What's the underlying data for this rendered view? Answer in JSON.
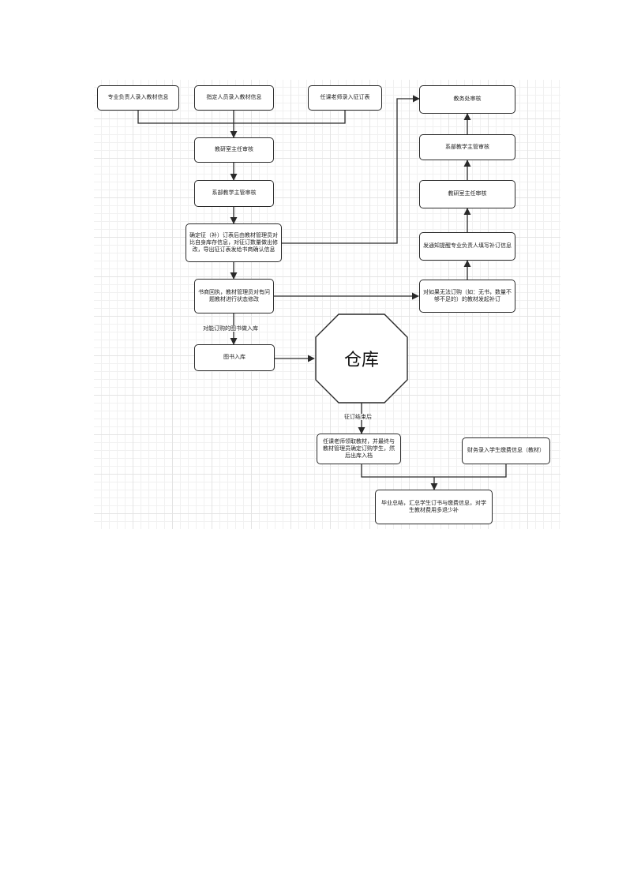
{
  "diagram": {
    "nodes": {
      "major_input": "专业负责人录入教材信息",
      "assignee_input": "指定人员录入教材信息",
      "teacher_input": "任课老师录入征订表",
      "office_review_top": "教务处审核",
      "research_director_review_1": "教研室主任审核",
      "dept_teaching_review_right": "系部教学主管审核",
      "dept_teaching_review_1": "系部教学主管审核",
      "research_director_review_right": "教研室主任审核",
      "confirm_order": "确定征（补）订表后由教材管理员对比自身库存信息，对征订数量做出修改，导出征订表发给书商确认信息",
      "notify_major": "发通知提醒专业负责人填写补订信息",
      "bookseller_reply": "书商回执，教材管理员对有问题教材进行状态修改",
      "problem_books": "对如果无法订购（如：无书，数量不够不足的）的教材发起补订",
      "books_in": "图书入库",
      "warehouse": "仓库",
      "teacher_pickup": "任课老师领取教材，并最终与教材管理员确定订购学生，然后出库入档",
      "finance_input": "财务录入学生缴费信息（教材）",
      "final_summary": "毕业总结，汇总学生订书与缴费信息，对学生教材费用多退少补"
    },
    "edge_labels": {
      "ordered_in": "对能订购的图书做入库",
      "after_order": "征订结束后"
    }
  }
}
